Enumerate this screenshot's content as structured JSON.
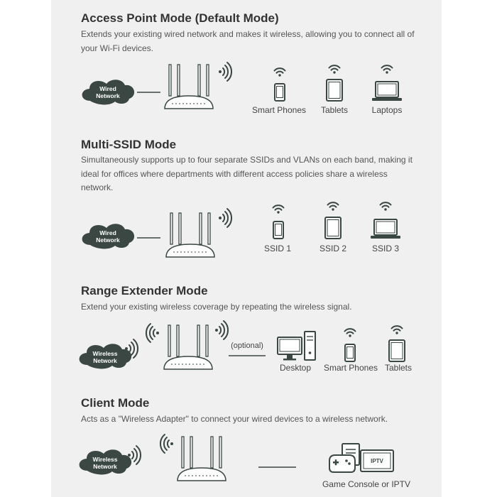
{
  "colors": {
    "panel": "#f0f0f0",
    "ink": "#3b4743",
    "title": "#333333",
    "text": "#555555"
  },
  "sections": [
    {
      "title": "Access Point Mode (Default Mode)",
      "desc": "Extends your existing wired network and makes it wireless, allowing you to connect all of your Wi-Fi devices.",
      "source_top": "Wired",
      "source_bottom": "Network",
      "devices": [
        "Smart Phones",
        "Tablets",
        "Laptops"
      ]
    },
    {
      "title": "Multi-SSID Mode",
      "desc": "Simultaneously supports up to four separate SSIDs and VLANs on each band, making it ideal for offices where departments with different access policies share a wireless network.",
      "source_top": "Wired",
      "source_bottom": "Network",
      "devices": [
        "SSID 1",
        "SSID 2",
        "SSID 3"
      ]
    },
    {
      "title": "Range Extender Mode",
      "desc": "Extend your existing wireless coverage by repeating the wireless signal.",
      "source_top": "Wireless",
      "source_bottom": "Network",
      "optional": "(optional)",
      "devices": [
        "Desktop",
        "Smart Phones",
        "Tablets"
      ]
    },
    {
      "title": "Client Mode",
      "desc": "Acts as a \"Wireless Adapter\" to connect your wired devices to a wireless network.",
      "source_top": "Wireless",
      "source_bottom": "Network",
      "iptv_label": "IPTV",
      "devices": [
        "Game Console or IPTV"
      ]
    }
  ]
}
